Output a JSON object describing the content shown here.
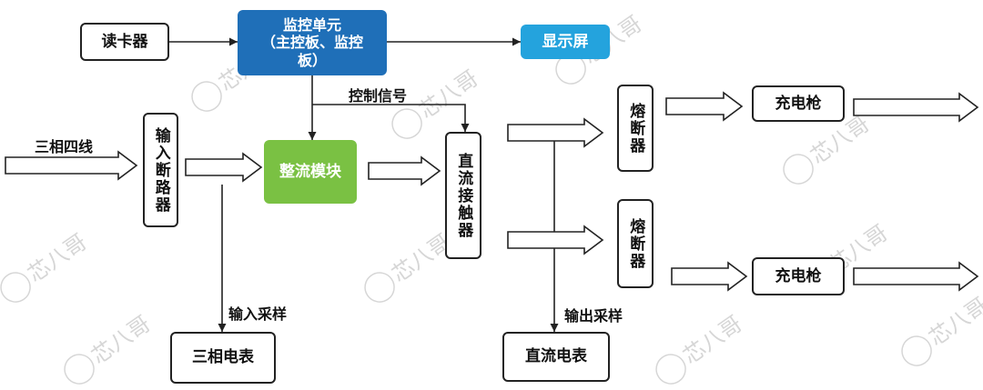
{
  "colors": {
    "monitor_unit": "#1f6fb8",
    "display": "#24a3dd",
    "rectifier": "#7ac143",
    "line": "#222222",
    "watermark": "#d6d6d6"
  },
  "watermark": {
    "text": "芯八哥"
  },
  "nodes": {
    "card_reader": "读卡器",
    "monitor_unit": "监控单元\n（主控板、监控\n板）",
    "display": "显示屏",
    "input_breaker": "输入断路器",
    "rectifier": "整流模块",
    "dc_contactor": "直流接触器",
    "fuse_top": "熔断器",
    "fuse_bottom": "熔断器",
    "gun_top": "充电枪",
    "gun_bottom": "充电枪",
    "three_phase_meter": "三相电表",
    "dc_meter": "直流电表"
  },
  "labels": {
    "three_phase_four_wire": "三相四线",
    "control_signal": "控制信号",
    "input_sampling": "输入采样",
    "output_sampling": "输出采样"
  }
}
